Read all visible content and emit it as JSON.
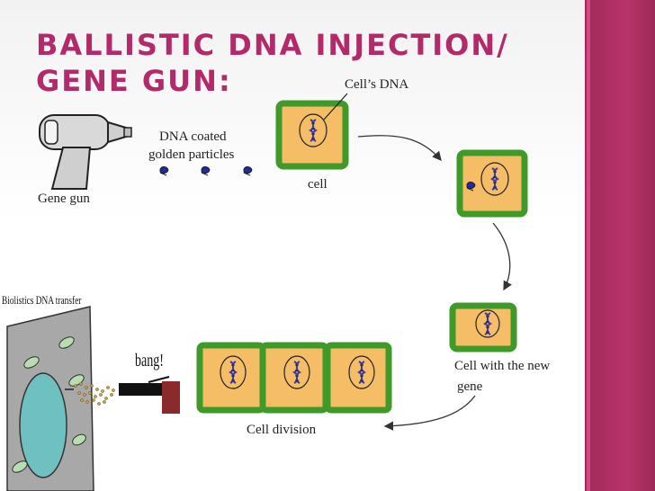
{
  "slide": {
    "title": "BALLISTIC DNA INJECTION/ GENE GUN:"
  },
  "labels": {
    "gene_gun": "Gene gun",
    "dna_coated": "DNA coated",
    "golden_particles": "golden particles",
    "cells_dna": "Cell’s DNA",
    "cell": "cell",
    "cell_with_gene_line1": "Cell with the new",
    "cell_with_gene_line2": "gene",
    "cell_division": "Cell division"
  },
  "inset": {
    "title": "Biolistics DNA transfer",
    "bang": "bang!"
  },
  "colors": {
    "title": "#b22a6a",
    "cell_wall": "#3f9a2a",
    "cytoplasm": "#f5be66",
    "dna": "#3a3aa8",
    "accent_band": "#b8336a"
  }
}
